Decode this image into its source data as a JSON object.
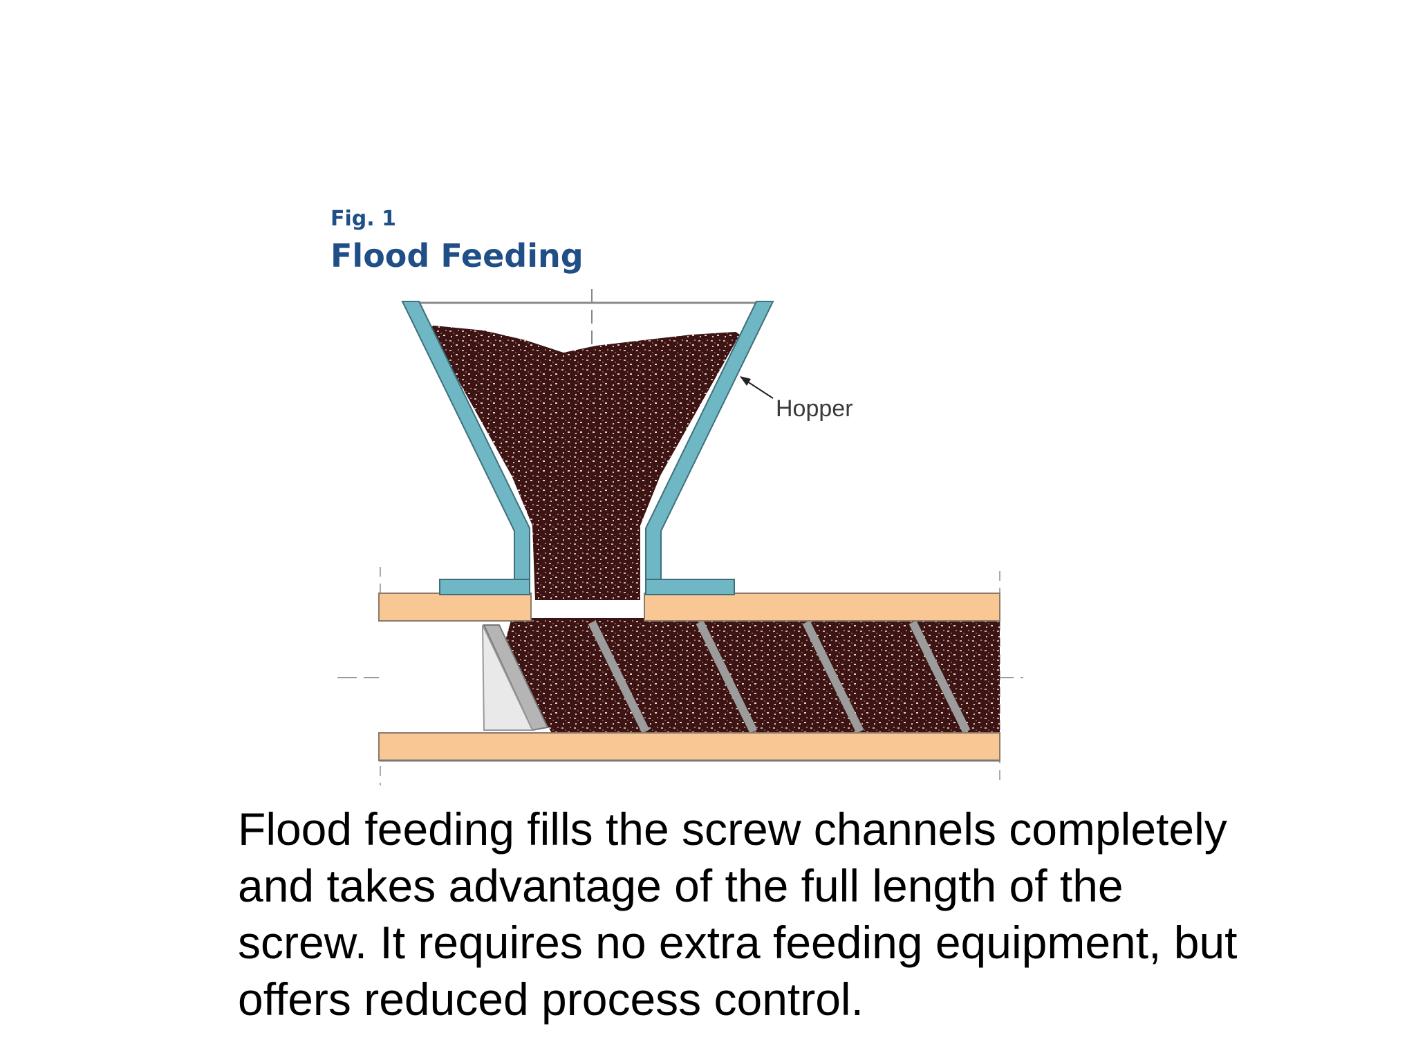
{
  "figure": {
    "number": "Fig. 1",
    "title": "Flood Feeding",
    "hopper_label": "Hopper"
  },
  "caption_lines": [
    "Flood feeding fills the screw channels completely",
    "and takes advantage of the full length of the",
    "screw. It requires no extra feeding equipment, but",
    "offers reduced process control."
  ],
  "colors": {
    "title_blue": "#1f4f86",
    "hopper_teal": "#6fb7c4",
    "barrel_tan": "#f8c794",
    "pellet_brown": "#3d1414",
    "flight_gray": "#a9a9a9"
  },
  "icons": [
    "hopper-icon",
    "screw-flight-icon",
    "barrel-icon",
    "pellet-mass-icon"
  ]
}
